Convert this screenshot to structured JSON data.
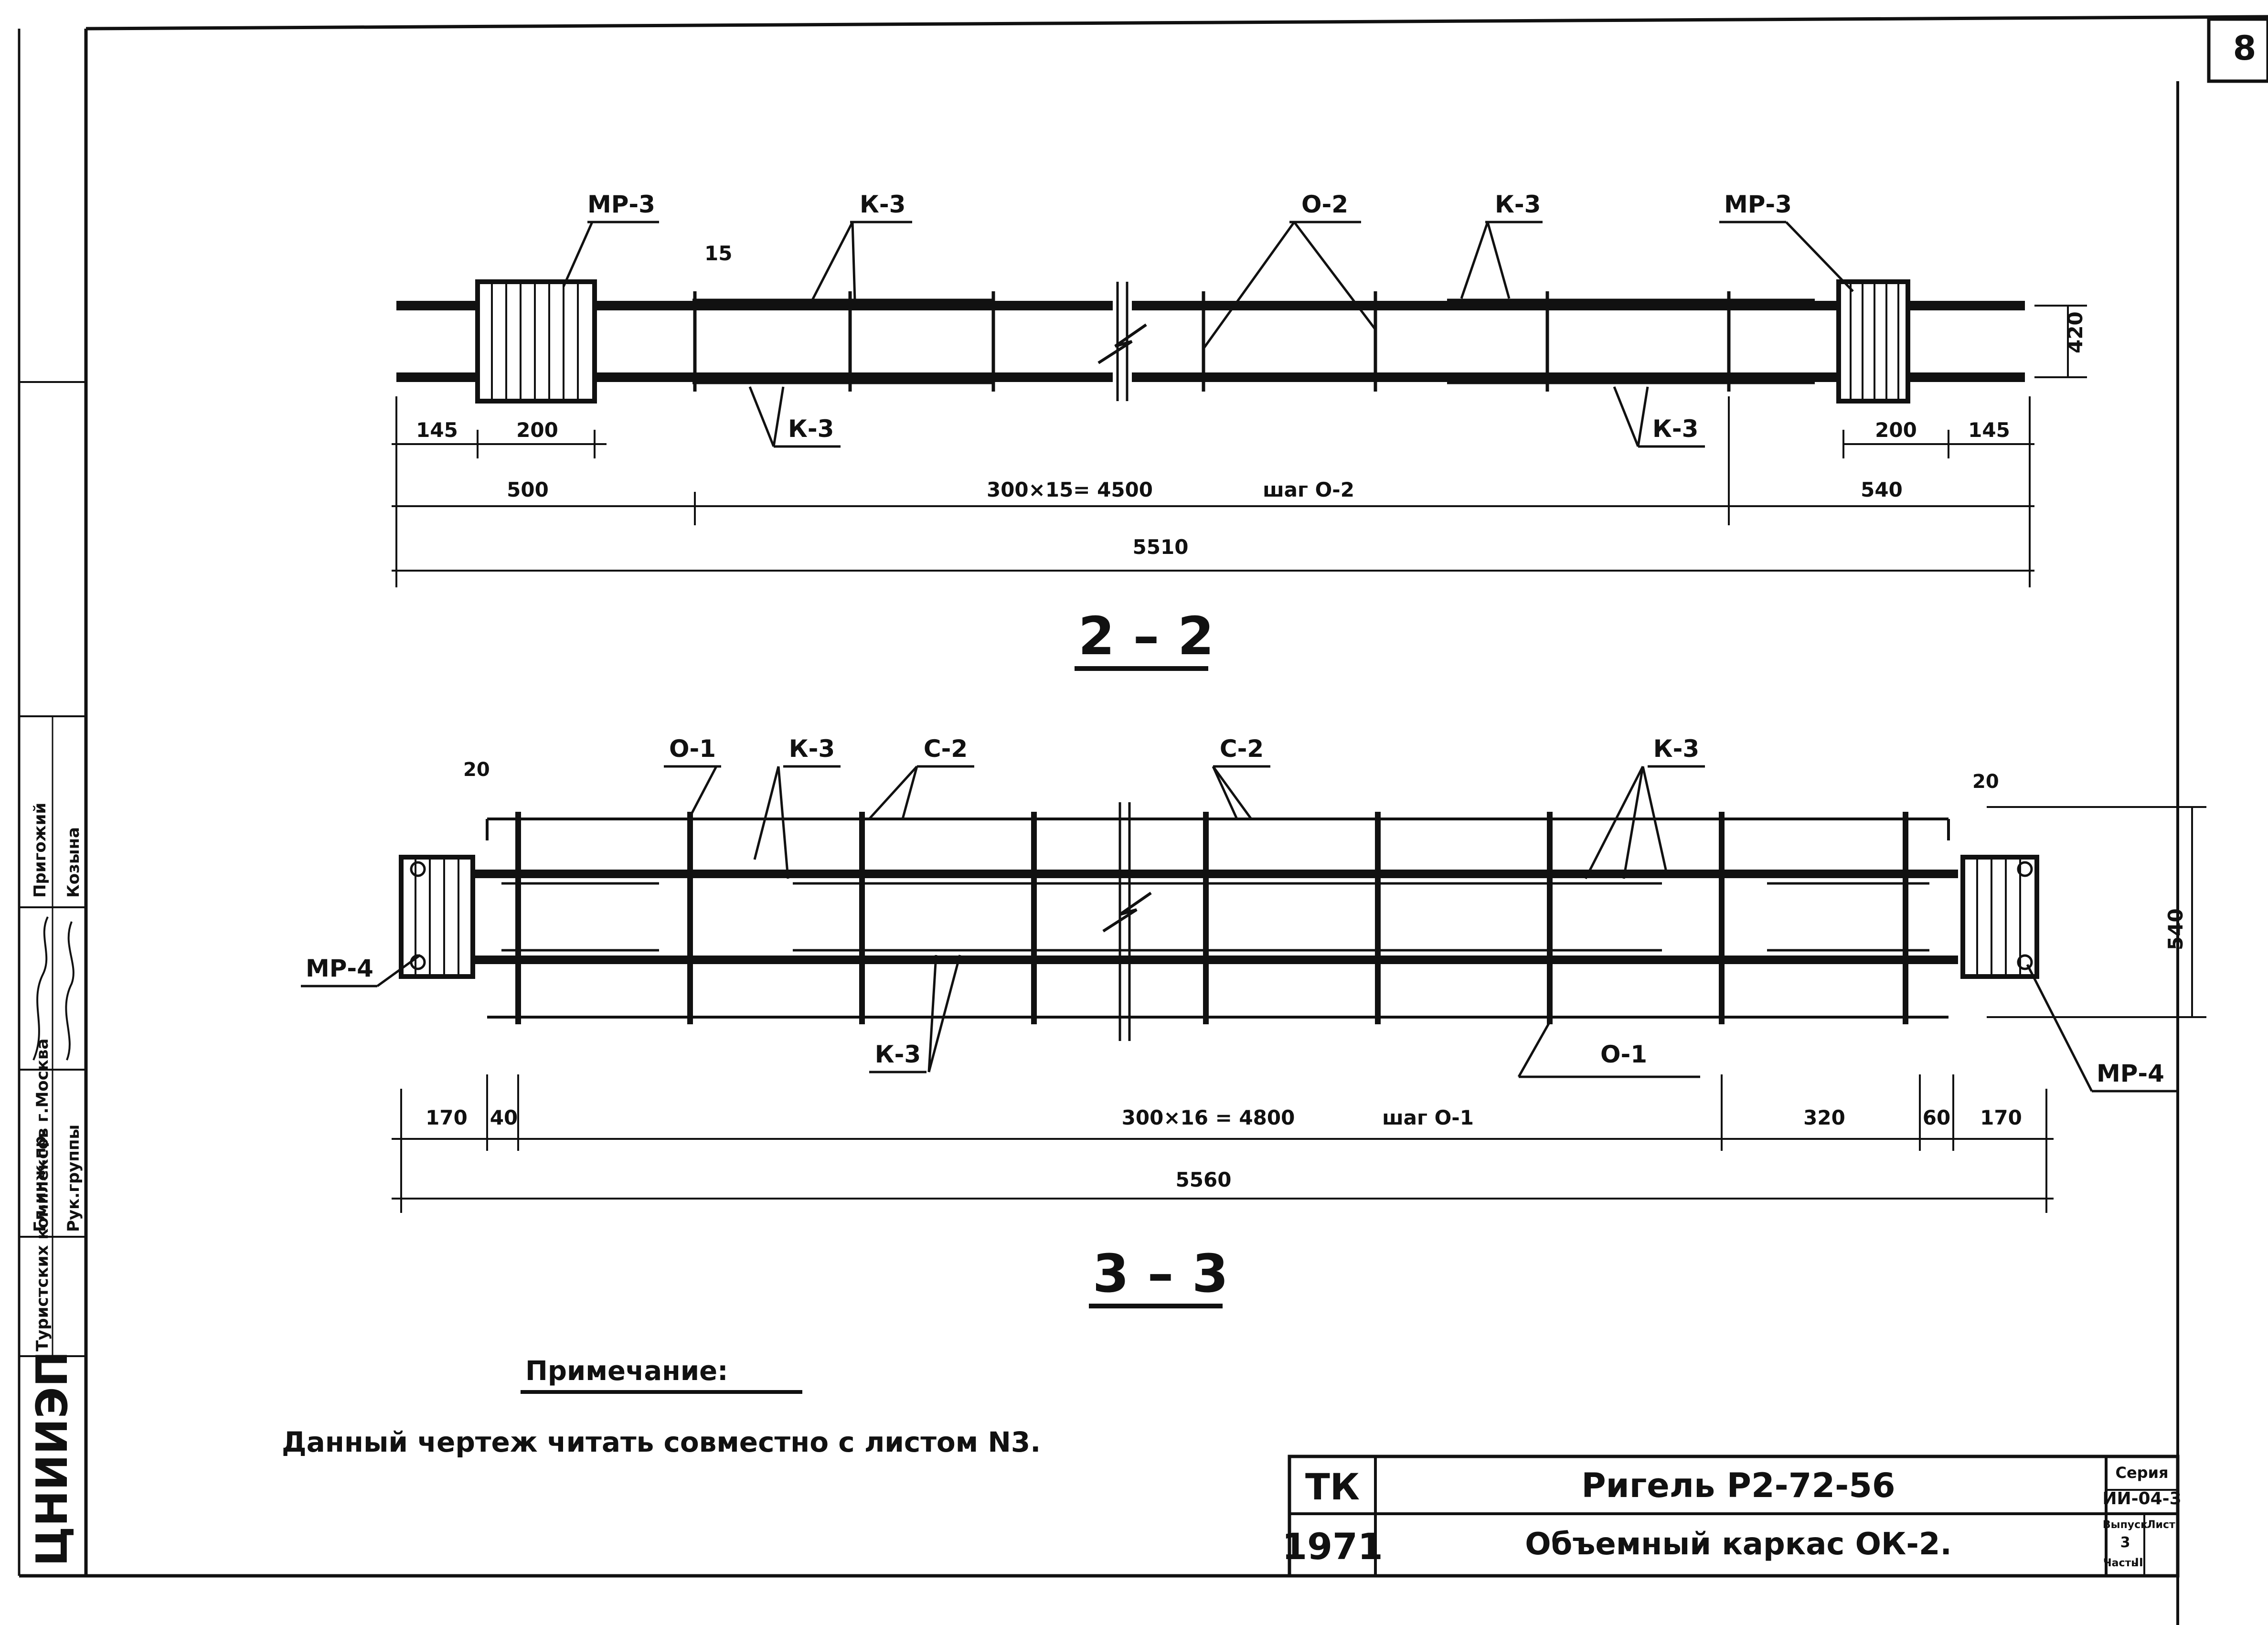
{
  "page": {
    "sheet_number": "8"
  },
  "section_2_2": {
    "title": "2 – 2",
    "callouts": {
      "mr_left": "МР-3",
      "mr_right": "МР-3",
      "k_top_left": "К-3",
      "k_top_right": "К-3",
      "k_bottom_left": "К-3",
      "k_bottom_right": "К-3",
      "o_mid": "О-2",
      "spacing_15": "15"
    },
    "dims": {
      "d145_left": "145",
      "d200_left": "200",
      "d200_right": "200",
      "d145_right": "145",
      "d500": "500",
      "d4500": "300×15= 4500",
      "step": "шаг О-2",
      "d540": "540",
      "d5510": "5510",
      "d420": "420"
    }
  },
  "section_3_3": {
    "title": "3 – 3",
    "callouts": {
      "o1_top": "О-1",
      "k3_top_left": "К-3",
      "c2_left": "С-2",
      "c2_mid": "С-2",
      "k3_top_right": "К-3",
      "mr4_left": "МР-4",
      "mr4_right": "МР-4",
      "k3_bottom": "К-3",
      "o1_bottom": "О-1",
      "d20_left": "20",
      "d20_right": "20"
    },
    "dims": {
      "d170_left": "170",
      "d40": "40",
      "d4800": "300×16 = 4800",
      "step": "шаг О-1",
      "d320": "320",
      "d60": "60",
      "d170_right": "170",
      "d5560": "5560",
      "d540": "540"
    }
  },
  "note": {
    "heading": "Примечание:",
    "text": "Данный чертеж читать совместно с листом N3."
  },
  "title_block": {
    "org": "ТК",
    "year": "1971",
    "line1": "Ригель Р2-72-56",
    "line2": "Объемный каркас ОК-2.",
    "series_label": "Серия",
    "series_value": "ИИ-04-3",
    "issue_label": "Выпуск",
    "issue_value": "3",
    "part_label": "Часть",
    "part_value": "II",
    "sheet_label": "Лист"
  },
  "side_stamp": {
    "institute": "ЦНИИЭП",
    "complex": "Туристских комплексов г.Москва",
    "role1": "Гл.инж.пр.",
    "role2": "Рук.группы",
    "name1": "Пригожий",
    "name2": "Козына"
  }
}
